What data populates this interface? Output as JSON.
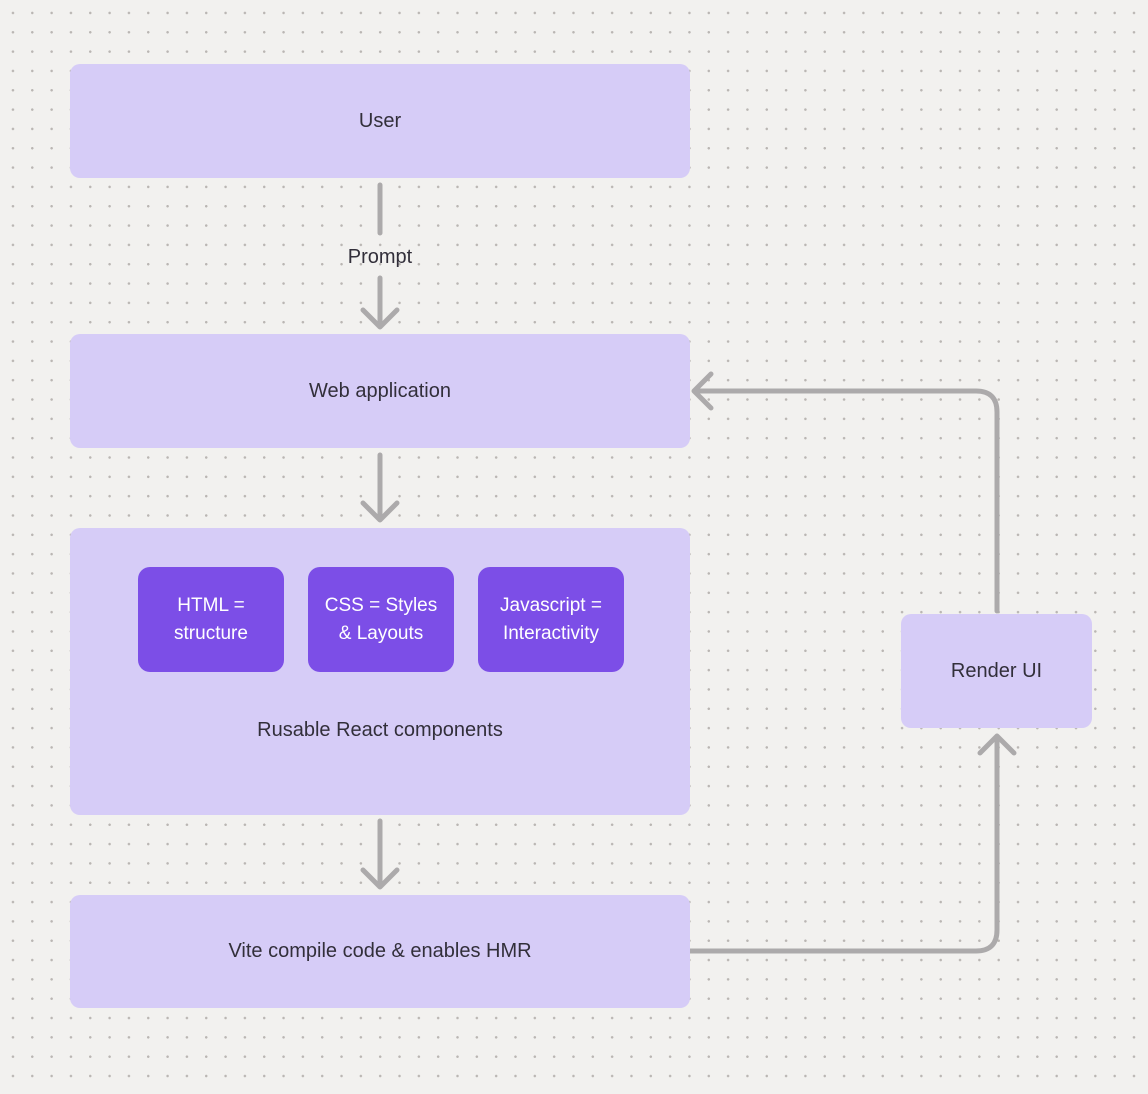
{
  "diagram": {
    "nodes": {
      "user": {
        "label": "User"
      },
      "web_application": {
        "label": "Web application"
      },
      "vite": {
        "label": "Vite compile code & enables HMR"
      },
      "render_ui": {
        "label": "Render UI"
      }
    },
    "components_group": {
      "caption": "Rusable React components",
      "chips": [
        {
          "lines": [
            "HTML =",
            "structure"
          ]
        },
        {
          "lines": [
            "CSS = Styles",
            "& Layouts"
          ]
        },
        {
          "lines": [
            "Javascript =",
            "Interactivity"
          ]
        }
      ]
    },
    "edge_labels": {
      "prompt": "Prompt"
    },
    "colors": {
      "background": "#f2f1ef",
      "grid_dot": "#bab6b3",
      "node_fill": "#d6ccf7",
      "chip_fill": "#7c4ee7",
      "chip_text": "#ffffff",
      "label_text": "#322f3a",
      "arrow": "#acaaab"
    }
  }
}
